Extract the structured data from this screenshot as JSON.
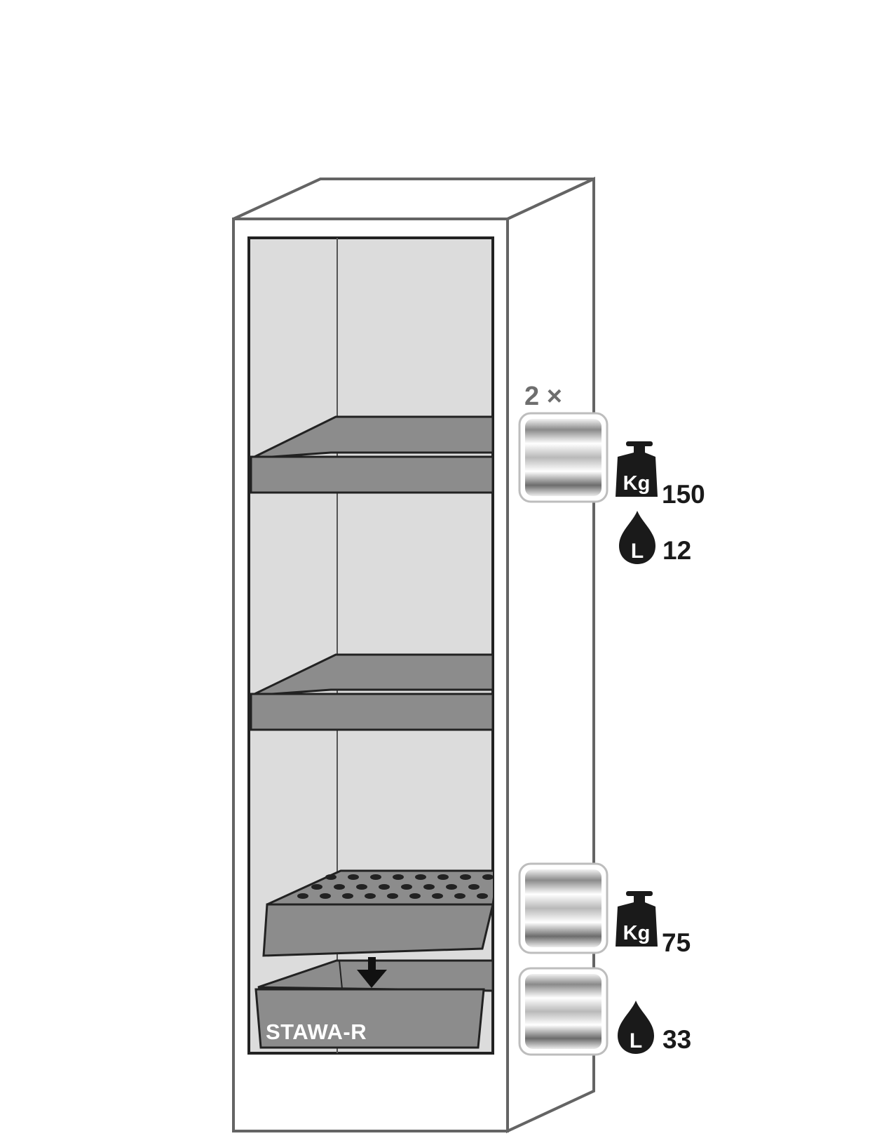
{
  "product_label": "STAWA-R",
  "upper_shelves": {
    "multiplier": "2 ×",
    "load_kg": "150",
    "volume_l": "12"
  },
  "lower_sump": {
    "load_kg": "75",
    "volume_l": "33"
  },
  "icons": {
    "weight": "weight-kg-icon",
    "drop": "liquid-drop-icon",
    "shelf": "shelf-tile-icon",
    "arrow": "arrow-down-icon"
  },
  "icon_text": {
    "kg": "Kg",
    "l": "L"
  },
  "colors": {
    "outline": "#646464",
    "interior": "#dcdcdc",
    "shelf": "#8c8c8c",
    "icon": "#1a1a1a",
    "multiplier": "#6e6e6e"
  }
}
